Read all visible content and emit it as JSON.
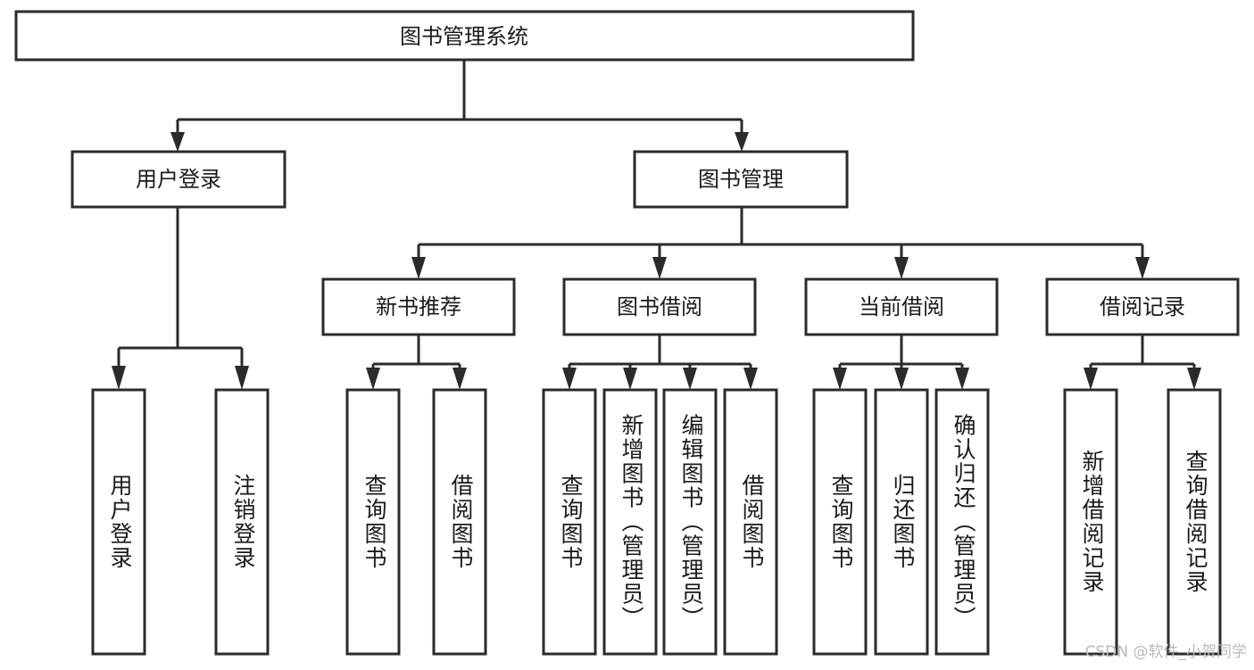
{
  "diagram": {
    "title": "图书管理系统",
    "type": "tree-hierarchy-chart",
    "watermark": "CSDN @软件_小贺同学",
    "colors": {
      "stroke": "#2b2b2b",
      "fill": "#ffffff",
      "text": "#1a1a1a",
      "watermark": "#b9b9b9"
    },
    "levels": {
      "root": {
        "label": "图书管理系统"
      },
      "level2": [
        {
          "id": "user-login",
          "label": "用户登录"
        },
        {
          "id": "book-management",
          "label": "图书管理"
        }
      ],
      "level3": [
        {
          "id": "new-book-recommend",
          "label": "新书推荐",
          "parent": "book-management"
        },
        {
          "id": "book-borrow",
          "label": "图书借阅",
          "parent": "book-management"
        },
        {
          "id": "current-borrow",
          "label": "当前借阅",
          "parent": "book-management"
        },
        {
          "id": "borrow-record",
          "label": "借阅记录",
          "parent": "book-management"
        }
      ],
      "leaves": [
        {
          "id": "leaf-user-login",
          "label": "用户登录",
          "parent": "user-login"
        },
        {
          "id": "leaf-logout-login",
          "label": "注销登录",
          "parent": "user-login"
        },
        {
          "id": "leaf-query-book-1",
          "label": "查询图书",
          "parent": "new-book-recommend"
        },
        {
          "id": "leaf-borrow-book-1",
          "label": "借阅图书",
          "parent": "new-book-recommend"
        },
        {
          "id": "leaf-query-book-2",
          "label": "查询图书",
          "parent": "book-borrow"
        },
        {
          "id": "leaf-add-book",
          "label": "新增图书（管理员）",
          "parent": "book-borrow"
        },
        {
          "id": "leaf-edit-book",
          "label": "编辑图书（管理员）",
          "parent": "book-borrow"
        },
        {
          "id": "leaf-borrow-book-2",
          "label": "借阅图书",
          "parent": "book-borrow"
        },
        {
          "id": "leaf-query-book-3",
          "label": "查询图书",
          "parent": "current-borrow"
        },
        {
          "id": "leaf-return-book",
          "label": "归还图书",
          "parent": "current-borrow"
        },
        {
          "id": "leaf-confirm-return",
          "label": "确认归还（管理员）",
          "parent": "current-borrow"
        },
        {
          "id": "leaf-add-record",
          "label": "新增借阅记录",
          "parent": "borrow-record"
        },
        {
          "id": "leaf-query-record",
          "label": "查询借阅记录",
          "parent": "borrow-record"
        }
      ]
    }
  }
}
